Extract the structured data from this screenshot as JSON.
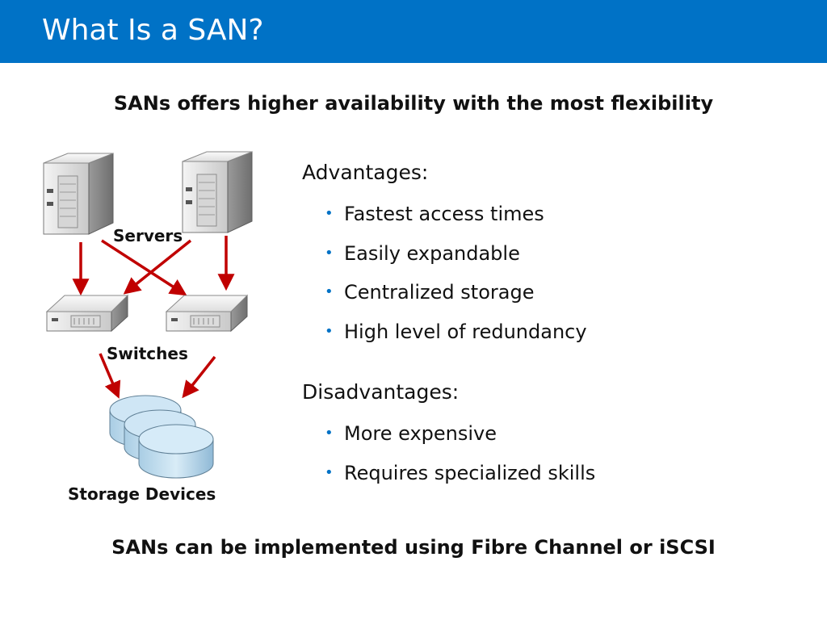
{
  "slide": {
    "title": "What Is a SAN?",
    "subtitle": "SANs offers higher availability with the most flexibility",
    "footer": "SANs can be implemented using Fibre Channel or iSCSI"
  },
  "diagram": {
    "labels": {
      "servers": "Servers",
      "switches": "Switches",
      "storage": "Storage Devices"
    },
    "nodes": [
      {
        "kind": "server",
        "icon": "tower-server-icon"
      },
      {
        "kind": "server",
        "icon": "tower-server-icon"
      },
      {
        "kind": "switch",
        "icon": "rack-switch-icon"
      },
      {
        "kind": "switch",
        "icon": "rack-switch-icon"
      },
      {
        "kind": "storage",
        "icon": "disk-stack-icon"
      }
    ],
    "arrow_color": "#c00000"
  },
  "advantages": {
    "heading": "Advantages:",
    "items": [
      "Fastest access times",
      "Easily expandable",
      "Centralized storage",
      "High level of redundancy"
    ]
  },
  "disadvantages": {
    "heading": "Disadvantages:",
    "items": [
      "More expensive",
      "Requires specialized skills"
    ]
  },
  "colors": {
    "title_bar": "#0072c6",
    "bullet": "#0072c6"
  }
}
